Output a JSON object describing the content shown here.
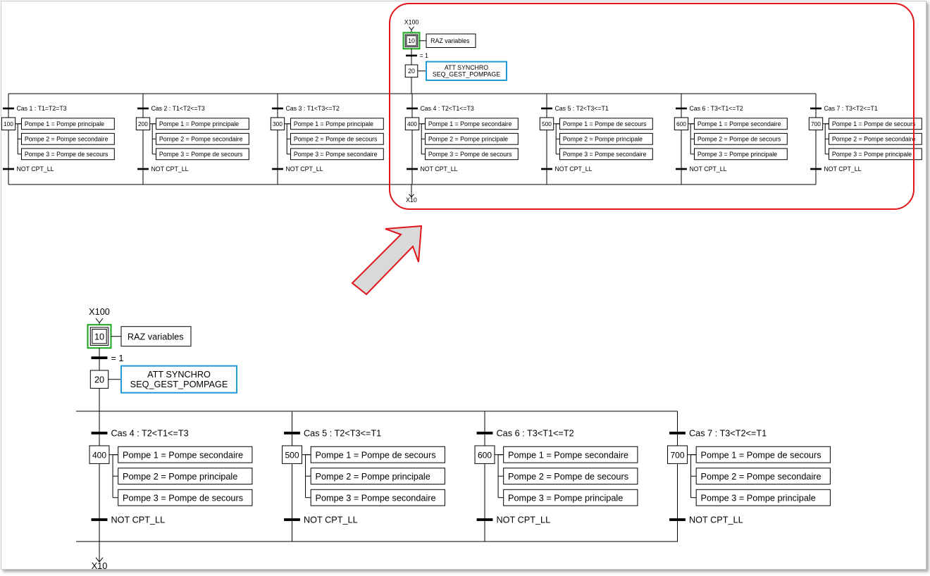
{
  "colors": {
    "line": "#000000",
    "initial_step_border": "#1aa51a",
    "macro_step_border": "#1f9ad6",
    "highlight": "#e0161b",
    "arrow_fill": "#d9d9d9",
    "arrow_stroke": "#e0161b"
  },
  "top": {
    "entry_label": "X100",
    "step_init": "10",
    "action_init": "RAZ variables",
    "transition_1": "= 1",
    "step_wait": "20",
    "action_wait": [
      "ATT SYNCHRO",
      "SEQ_GEST_POMPAGE"
    ],
    "exit_label": "X10",
    "branches": [
      {
        "condition": "Cas 1 : T1=T2=T3",
        "step": "100",
        "actions": [
          "Pompe 1 = Pompe principale",
          "Pompe 2 = Pompe secondaire",
          "Pompe 3 = Pompe de secours"
        ],
        "exit_condition": "NOT CPT_LL"
      },
      {
        "condition": "Cas 2 : T1<T2<=T3",
        "step": "200",
        "actions": [
          "Pompe 1 = Pompe principale",
          "Pompe 2 = Pompe secondaire",
          "Pompe 3 = Pompe de secours"
        ],
        "exit_condition": "NOT CPT_LL"
      },
      {
        "condition": "Cas 3 : T1<T3<=T2",
        "step": "300",
        "actions": [
          "Pompe 1 = Pompe principale",
          "Pompe 2 = Pompe de secours",
          "Pompe 3 = Pompe secondaire"
        ],
        "exit_condition": "NOT CPT_LL"
      },
      {
        "condition": "Cas 4 : T2<T1<=T3",
        "step": "400",
        "actions": [
          "Pompe 1 = Pompe secondaire",
          "Pompe 2 = Pompe principale",
          "Pompe 3 = Pompe de secours"
        ],
        "exit_condition": "NOT CPT_LL"
      },
      {
        "condition": "Cas 5 : T2<T3<=T1",
        "step": "500",
        "actions": [
          "Pompe 1 = Pompe de secours",
          "Pompe 2 = Pompe principale",
          "Pompe 3 = Pompe secondaire"
        ],
        "exit_condition": "NOT CPT_LL"
      },
      {
        "condition": "Cas 6 : T3<T1<=T2",
        "step": "600",
        "actions": [
          "Pompe 1 = Pompe secondaire",
          "Pompe 2 = Pompe de secours",
          "Pompe 3 = Pompe principale"
        ],
        "exit_condition": "NOT CPT_LL"
      },
      {
        "condition": "Cas 7 : T3<T2<=T1",
        "step": "700",
        "actions": [
          "Pompe 1 = Pompe de secours",
          "Pompe 2 = Pompe secondaire",
          "Pompe 3 = Pompe principale"
        ],
        "exit_condition": "NOT CPT_LL"
      }
    ]
  },
  "zoom": {
    "entry_label": "X100",
    "step_init": "10",
    "action_init": "RAZ variables",
    "transition_1": "= 1",
    "step_wait": "20",
    "action_wait": [
      "ATT SYNCHRO",
      "SEQ_GEST_POMPAGE"
    ],
    "exit_label": "X10",
    "branches": [
      {
        "condition": "Cas 4 : T2<T1<=T3",
        "step": "400",
        "actions": [
          "Pompe 1 = Pompe secondaire",
          "Pompe 2 = Pompe principale",
          "Pompe 3 = Pompe de secours"
        ],
        "exit_condition": "NOT CPT_LL"
      },
      {
        "condition": "Cas 5 : T2<T3<=T1",
        "step": "500",
        "actions": [
          "Pompe 1 = Pompe de secours",
          "Pompe 2 = Pompe principale",
          "Pompe 3 = Pompe secondaire"
        ],
        "exit_condition": "NOT CPT_LL"
      },
      {
        "condition": "Cas 6 : T3<T1<=T2",
        "step": "600",
        "actions": [
          "Pompe 1 = Pompe secondaire",
          "Pompe 2 = Pompe de secours",
          "Pompe 3 = Pompe principale"
        ],
        "exit_condition": "NOT CPT_LL"
      },
      {
        "condition": "Cas 7 : T3<T2<=T1",
        "step": "700",
        "actions": [
          "Pompe 1 = Pompe de secours",
          "Pompe 2 = Pompe secondaire",
          "Pompe 3 = Pompe principale"
        ],
        "exit_condition": "NOT CPT_LL"
      }
    ]
  }
}
